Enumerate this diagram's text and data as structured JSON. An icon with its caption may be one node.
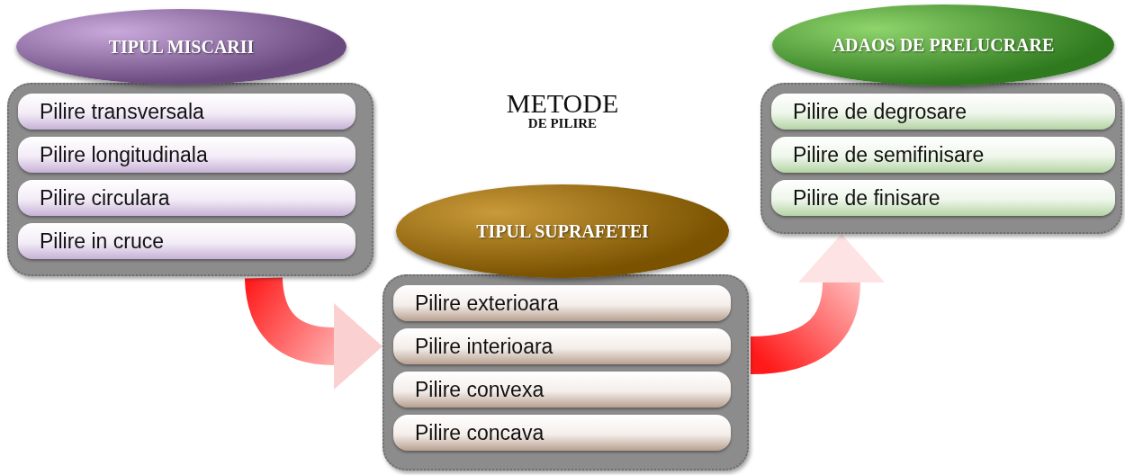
{
  "diagram": {
    "title": "METODE DE PILIRE",
    "nodes": [
      {
        "text": [
          "TIPUL MISCARII"
        ]
      },
      {
        "text": [
          "Pilire transversala"
        ],
        "in": 0
      },
      {
        "text": [
          "Pilire longitudinala"
        ],
        "in": 0
      },
      {
        "text": [
          "Pilire circulara"
        ],
        "in": 0
      },
      {
        "text": [
          "Pilire in cruce"
        ],
        "in": 0
      },
      {
        "text": [
          "TIPUL SUPRAFETEI"
        ]
      },
      {
        "text": [
          "Pilire exterioara"
        ],
        "in": 5
      },
      {
        "text": [
          "Pilire interioara"
        ],
        "in": 5
      },
      {
        "text": [
          "Pilire convexa"
        ],
        "in": 5
      },
      {
        "text": [
          "Pilire concava"
        ],
        "in": 5
      },
      {
        "text": [
          "ADAOS DE PRELUCRARE"
        ]
      },
      {
        "text": [
          "Pilire de degrosare"
        ],
        "in": 10
      },
      {
        "text": [
          "Pilire de semifinisare"
        ],
        "in": 10
      },
      {
        "text": [
          "Pilire de finisare"
        ],
        "in": 10
      }
    ],
    "edges": [
      {
        "from": 0,
        "to": 5,
        "arrow": "to",
        "style": "thick"
      },
      {
        "from": 5,
        "to": 10,
        "arrow": "to",
        "style": "thick"
      }
    ]
  }
}
